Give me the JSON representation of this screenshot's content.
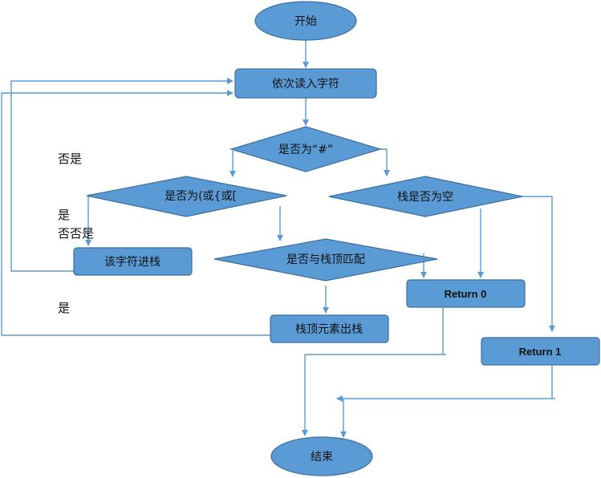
{
  "nodes": {
    "start": "开始",
    "read": "依次读入字符",
    "is_hash": "是否为“#”",
    "is_open": "是否为(或{或[",
    "stack_empty": "栈是否为空",
    "push": "该字符进栈",
    "match_top": "是否与栈顶匹配",
    "return0": "Return 0",
    "pop": "栈顶元素出栈",
    "return1": "Return 1",
    "end": "结束"
  },
  "annotations": {
    "a1": "否是",
    "a2": "是",
    "a3": "否否是",
    "a4": "是"
  },
  "colors": {
    "node_fill": "#5b9bd5",
    "node_stroke": "#3a6f9f",
    "edge": "#5b9bd5"
  }
}
